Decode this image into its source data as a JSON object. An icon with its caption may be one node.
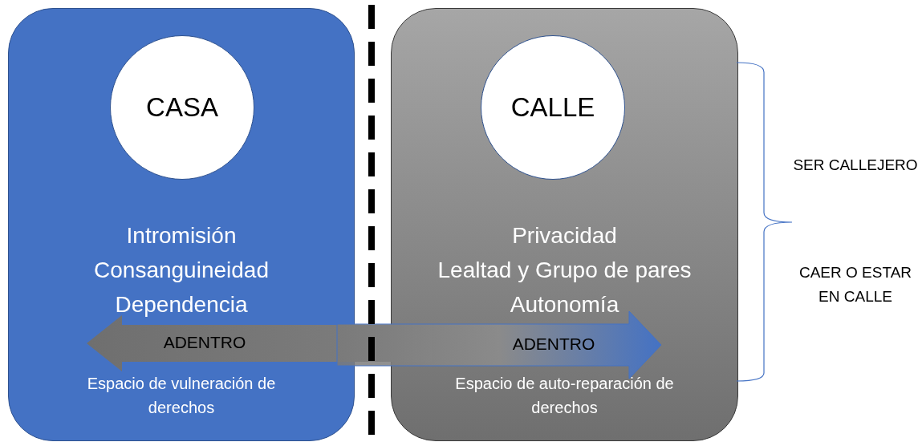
{
  "diagram": {
    "nodes": [
      {
        "text": [
          "Intromisión",
          "Consanguineidad",
          "Dependencia",
          "Espacio de vulneración de derechos"
        ]
      },
      {
        "text": [
          "Privacidad",
          "Lealtad y Grupo de pares",
          "Autonomía",
          "Espacio de auto-reparación de derechos"
        ]
      },
      {
        "text": [
          "CASA"
        ],
        "in": 0
      },
      {
        "text": [
          "CALLE"
        ],
        "in": 1
      },
      {
        "text": [
          "ADENTRO"
        ]
      },
      {
        "text": [
          "ADENTRO"
        ]
      }
    ],
    "labels": [
      "SER CALLEJERO",
      "CAER O ESTAR EN CALLE"
    ]
  }
}
